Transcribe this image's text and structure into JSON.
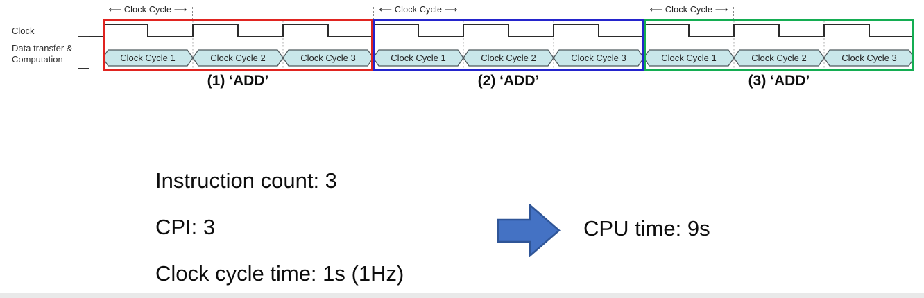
{
  "diagram": {
    "row_labels": {
      "clock": "Clock",
      "data_line1": "Data transfer &",
      "data_line2": "Computation"
    },
    "cycle_span": {
      "left_arrow": "⟵",
      "label": "Clock Cycle",
      "right_arrow": "⟶"
    },
    "cell_fill_color": "#c9e7ea",
    "waveform_color": "#2b2b2b",
    "groups": [
      {
        "label": "(1) ‘ADD’",
        "box_color": "#e02420",
        "cells": [
          "Clock Cycle 1",
          "Clock Cycle 2",
          "Clock Cycle 3"
        ]
      },
      {
        "label": "(2) ‘ADD’",
        "box_color": "#2424cc",
        "cells": [
          "Clock Cycle 1",
          "Clock Cycle 2",
          "Clock Cycle 3"
        ]
      },
      {
        "label": "(3) ‘ADD’",
        "box_color": "#14ad52",
        "cells": [
          "Clock Cycle 1",
          "Clock Cycle 2",
          "Clock Cycle 3"
        ]
      }
    ]
  },
  "summary": {
    "lines": [
      "Instruction count: 3",
      "CPI: 3",
      "Clock cycle time: 1s (1Hz)"
    ],
    "result": "CPU time: 9s",
    "arrow_color": "#4472c4",
    "arrow_border_color": "#2f5597"
  }
}
